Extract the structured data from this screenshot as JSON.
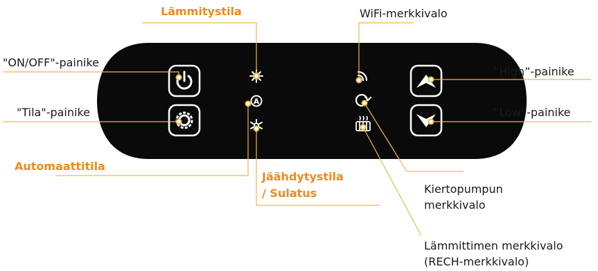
{
  "colors": {
    "accent": "#f08a1c",
    "panel": "#0a0a0a",
    "button_border": "#ffffff",
    "leader_line": "#f0b84c",
    "text": "#1a1a1a"
  },
  "labels": {
    "heating_mode": "Lämmitystila",
    "wifi_light": "WiFi-merkkivalo",
    "on_off_button": "\"ON/OFF\"-painike",
    "mode_button": "\"Tila\"-painike",
    "automatic_mode": "Automaattitila",
    "cooling_mode_line1": "Jäähdytystila",
    "cooling_mode_line2": "/ Sulatus",
    "high_button": "”High”-painike",
    "low_button": "”Low”-painike",
    "pump_light_line1": "Kiertopumpun",
    "pump_light_line2": "merkkivalo",
    "heater_light_line1": "Lämmittimen merkkivalo",
    "heater_light_line2": "(RECH-merkkivalo)"
  },
  "icons": {
    "power": "power-icon",
    "gear": "gear-icon",
    "sun": "sun-icon",
    "auto": "auto-mode-icon",
    "snowflake": "snowflake-icon",
    "wifi": "wifi-icon",
    "pump": "circulation-pump-icon",
    "heater": "heater-icon",
    "up": "up-arrow-icon",
    "down": "down-arrow-icon"
  }
}
